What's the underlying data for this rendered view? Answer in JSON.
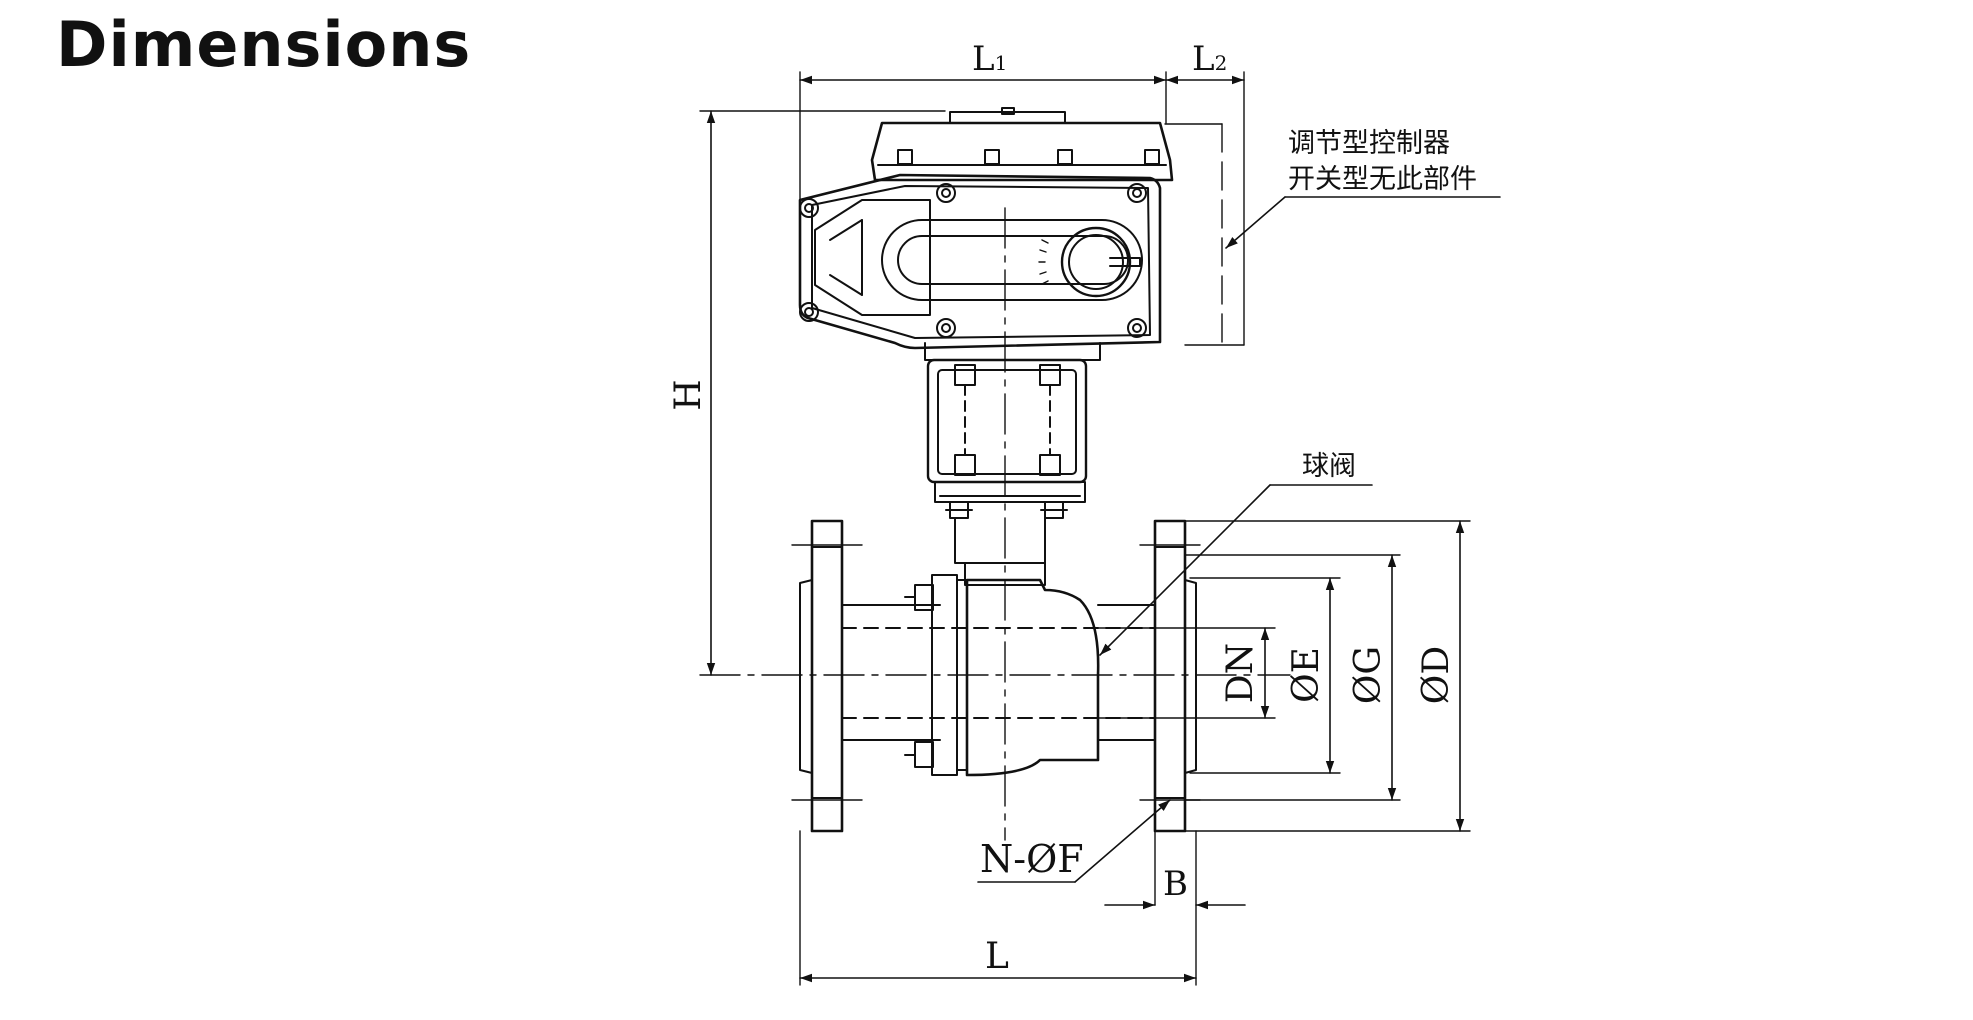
{
  "title": "Dimensions",
  "labels": {
    "L1": "L",
    "L1_sub": "1",
    "L2": "L",
    "L2_sub": "2",
    "H": "H",
    "L": "L",
    "B": "B",
    "DN": "DN",
    "OE": "ØE",
    "OG": "ØG",
    "OD": "ØD",
    "NF": "N-ØF"
  },
  "notes": {
    "controller_line1": "调节型控制器",
    "controller_line2": "开关型无此部件",
    "ball_valve": "球阀"
  }
}
